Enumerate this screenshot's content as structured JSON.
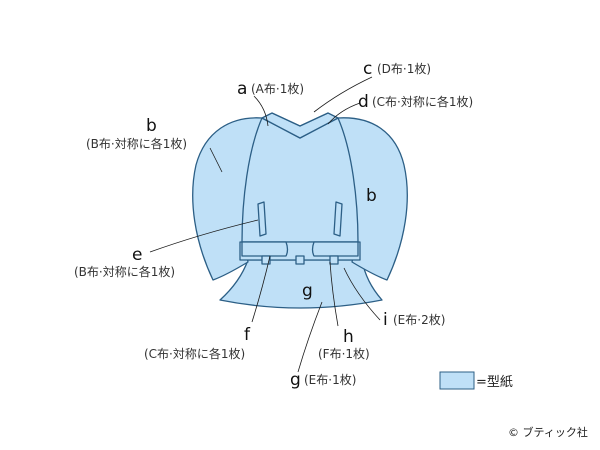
{
  "labels": {
    "a": {
      "letter": "a",
      "desc": "(A布·1枚)"
    },
    "b_left": {
      "letter": "b",
      "desc": "(B布·対称に各1枚)"
    },
    "b_right": {
      "letter": "b"
    },
    "c": {
      "letter": "c",
      "desc": "(D布·1枚)"
    },
    "d": {
      "letter": "d",
      "desc": "(C布·対称に各1枚)"
    },
    "e": {
      "letter": "e",
      "desc": "(B布·対称に各1枚)"
    },
    "f": {
      "letter": "f",
      "desc": "(C布·対称に各1枚)"
    },
    "g_piece": {
      "letter": "g"
    },
    "g_label": {
      "letter": "g",
      "desc": "(E布·1枚)"
    },
    "h": {
      "letter": "h",
      "desc": "(F布·1枚)"
    },
    "i": {
      "letter": "i",
      "desc": "(E布·2枚)"
    }
  },
  "legend": {
    "text": "=型紙"
  },
  "copyright": {
    "text": "© ブティック社"
  },
  "colors": {
    "pattern_fill": "#bfe0f7",
    "outline": "#2c5f86"
  }
}
